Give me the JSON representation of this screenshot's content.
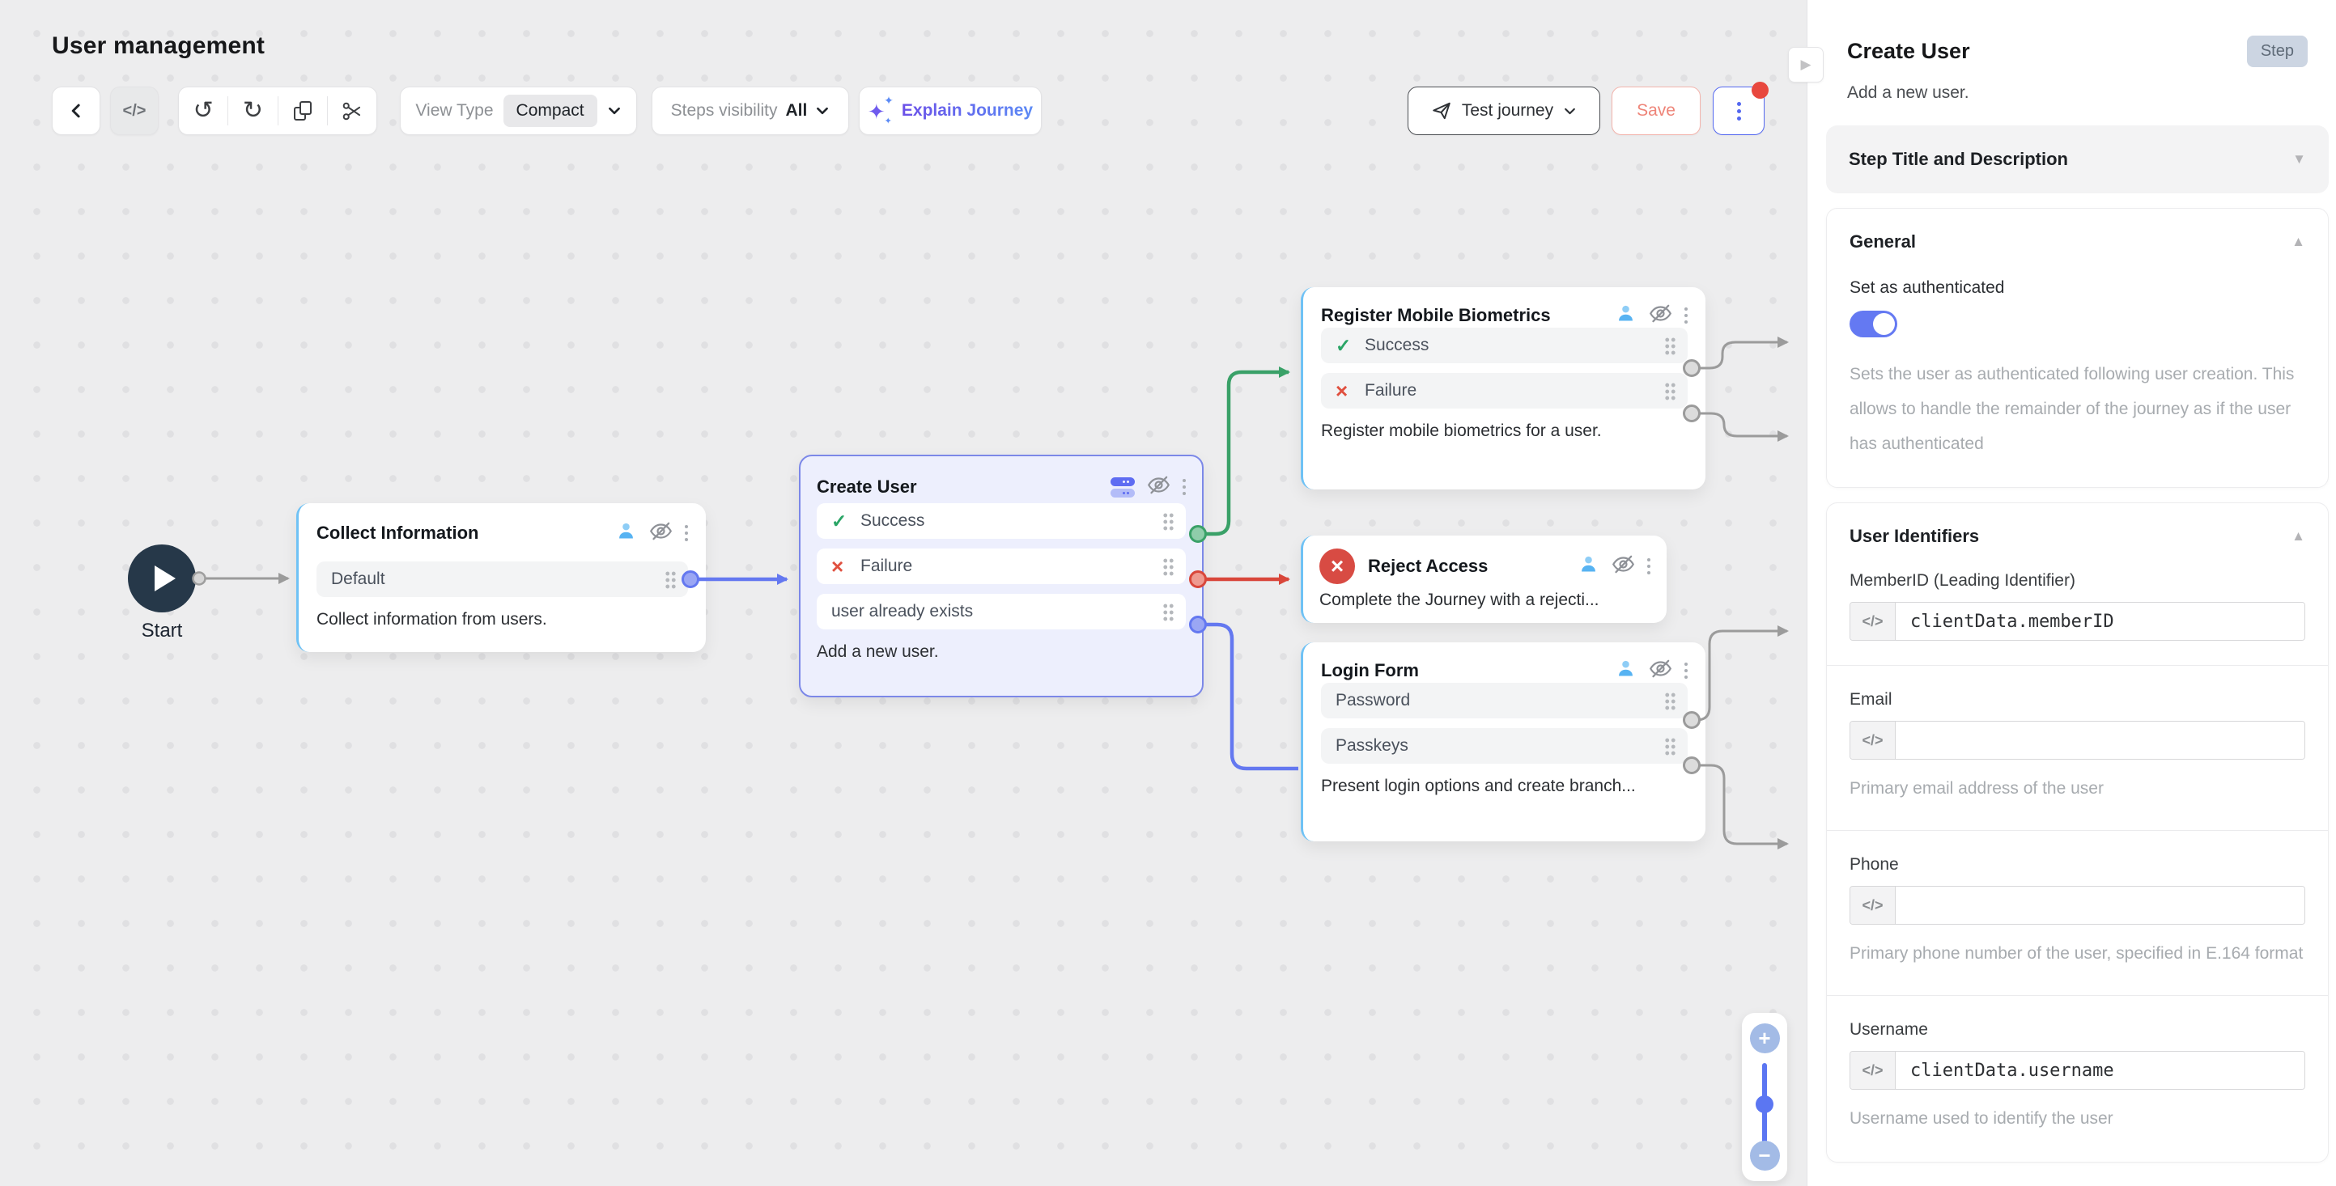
{
  "colors": {
    "canvas_bg": "#ededee",
    "accent_blue": "#5468f0",
    "node_edge_blue": "#6fc2f5",
    "selected_node_bg": "#edeffd",
    "selected_node_border": "#7c88e8",
    "success_green": "#2aa566",
    "failure_red": "#e0503f",
    "reject_red": "#d84b43",
    "save_red": "#ee8478",
    "toggle_on_blue": "#6479f2",
    "explain_gradient_start": "#6b50e8",
    "explain_gradient_end": "#5b8af5",
    "badge_bg": "#ccd5e2",
    "start_node_bg": "#263849"
  },
  "icons": {
    "back": "chevron-left-icon",
    "code": "</>",
    "undo": "↺",
    "redo": "↻",
    "copy": "copy-icon",
    "cut": "scissors-icon",
    "sparkle": "✦",
    "send": "paper-plane-icon",
    "kebab": "kebab-icon",
    "person": "person-icon",
    "visibility_off": "eye-off-icon",
    "check": "✓",
    "x": "×",
    "triangle_down": "▼",
    "triangle_up": "▲",
    "panel_collapse": "▶",
    "zoom_in": "+",
    "zoom_out": "−"
  },
  "header": {
    "title": "User management"
  },
  "toolbar": {
    "code_glyph": "</>",
    "view_type_label": "View Type",
    "view_type_value": "Compact",
    "steps_visibility_label": "Steps visibility",
    "steps_visibility_value": "All",
    "explain_label": "Explain Journey",
    "test_label": "Test journey",
    "save_label": "Save"
  },
  "canvas": {
    "start_label": "Start",
    "nodes": [
      {
        "id": "collect-information",
        "title": "Collect Information",
        "description": "Collect information from users.",
        "branches": [
          {
            "label": "Default"
          }
        ]
      },
      {
        "id": "create-user",
        "title": "Create User",
        "description": "Add a new user.",
        "selected": true,
        "branches": [
          {
            "label": "Success",
            "icon": "check-icon"
          },
          {
            "label": "Failure",
            "icon": "x-icon"
          },
          {
            "label": "user already exists"
          }
        ]
      },
      {
        "id": "register-mobile-biometrics",
        "title": "Register Mobile Biometrics",
        "description": "Register mobile biometrics for a user.",
        "branches": [
          {
            "label": "Success",
            "icon": "check-icon"
          },
          {
            "label": "Failure",
            "icon": "x-icon"
          }
        ]
      },
      {
        "id": "reject-access",
        "title": "Reject Access",
        "description": "Complete the Journey with a rejecti..."
      },
      {
        "id": "login-form",
        "title": "Login Form",
        "description": "Present login options and create branch...",
        "branches": [
          {
            "label": "Password"
          },
          {
            "label": "Passkeys"
          }
        ]
      }
    ]
  },
  "panel": {
    "title": "Create User",
    "type_badge": "Step",
    "description": "Add a new user.",
    "collapsed_section_title": "Step Title and Description",
    "general": {
      "header": "General",
      "toggle_label": "Set as authenticated",
      "toggle_on": true,
      "helper": "Sets the user as authenticated following user creation. This allows to handle the remainder of the journey as if the user has authenticated"
    },
    "identifiers": {
      "header": "User Identifiers",
      "fields": [
        {
          "label": "MemberID (Leading Identifier)",
          "value": "clientData.memberID",
          "helper": ""
        },
        {
          "label": "Email",
          "value": "",
          "helper": "Primary email address of the user"
        },
        {
          "label": "Phone",
          "value": "",
          "helper": "Primary phone number of the user, specified in E.164 format"
        },
        {
          "label": "Username",
          "value": "clientData.username",
          "helper": "Username used to identify the user"
        }
      ]
    }
  }
}
